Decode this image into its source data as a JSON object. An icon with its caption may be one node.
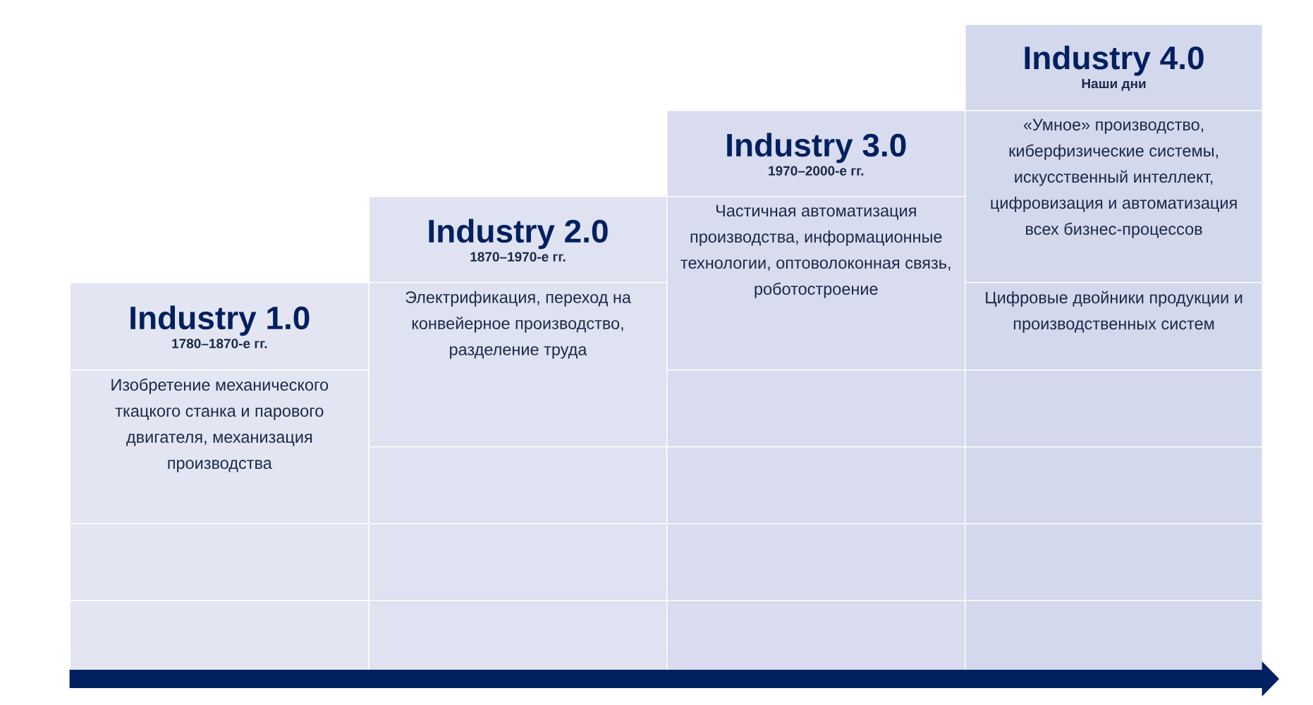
{
  "diagram": {
    "nodes": [
      {
        "text": [
          "Industry 1.0",
          "1780–1870-е гг."
        ]
      },
      {
        "text": [
          "Изобретение механического ткацкого станка и парового двигателя, механизация производства"
        ]
      },
      {
        "text": [
          "Industry 2.0",
          "1870–1970-е гг."
        ]
      },
      {
        "text": [
          "Электрификация, переход на конвейерное производство, разделение труда"
        ]
      },
      {
        "text": [
          "Industry 3.0",
          "1970–2000-е гг."
        ]
      },
      {
        "text": [
          "Частичная автоматизация производства, информационные технологии, оптоволоконная связь, роботостроение"
        ]
      },
      {
        "text": [
          "Industry 4.0",
          "Наши дни"
        ]
      },
      {
        "text": [
          "«Умное» производство, киберфизические системы, искусственный интеллект, цифровизация и автоматизация всех бизнес-процессов"
        ]
      },
      {
        "text": [
          "Цифровые двойники продукции и производственных систем"
        ]
      },
      {
        "text": [],
        "shape": "box"
      },
      {
        "text": [],
        "shape": "box"
      },
      {
        "text": [],
        "shape": "box"
      },
      {
        "text": [],
        "shape": "box"
      },
      {
        "text": [],
        "shape": "box"
      },
      {
        "text": [],
        "shape": "box"
      },
      {
        "text": [],
        "shape": "box"
      },
      {
        "text": [],
        "shape": "box"
      },
      {
        "text": [],
        "shape": "box"
      },
      {
        "text": [],
        "shape": "box"
      },
      {
        "text": [],
        "shape": "box"
      },
      {
        "text": [],
        "shape": "box"
      },
      {
        "text": [],
        "shape": "box"
      }
    ]
  }
}
